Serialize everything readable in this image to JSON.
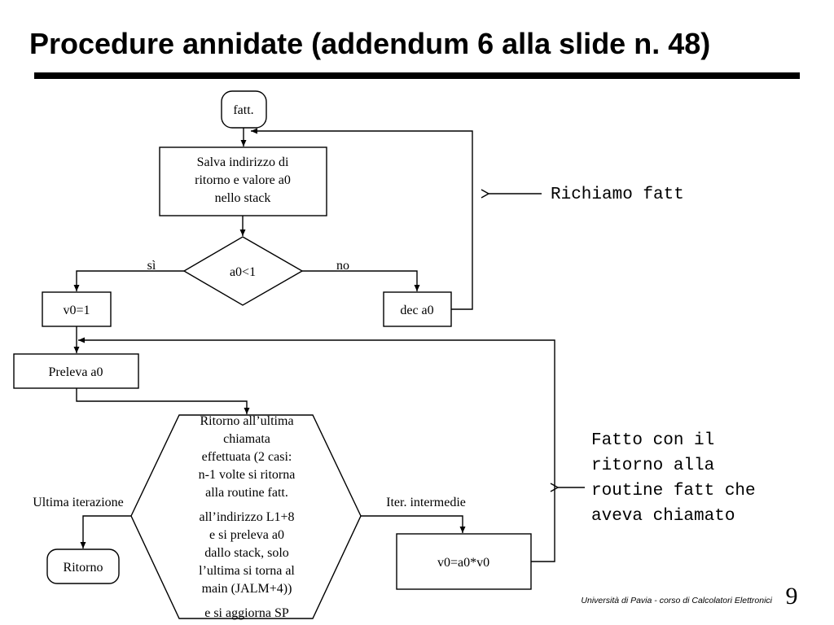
{
  "slide": {
    "title": "Procedure annidate (addendum 6 alla slide n. 48)",
    "footer": "Università di Pavia - corso di Calcolatori Elettronici",
    "page_number": "9"
  },
  "flowchart": {
    "start": "fatt.",
    "save_box": [
      "Salva indirizzo di",
      "ritorno e valore a0",
      "nello stack"
    ],
    "decision": "a0<1",
    "branch_yes": "sì",
    "branch_no": "no",
    "v0_init": "v0=1",
    "dec_box": "dec a0",
    "preleva_box": "Preleva a0",
    "return_hexagon": [
      "Ritorno all’ultima",
      "chiamata",
      "effettuata (2 casi:",
      "n-1 volte si ritorna",
      "alla routine fatt.",
      "all’indirizzo L1+8",
      "e si preleva a0",
      "dallo stack, solo",
      "l’ultima si torna al",
      "main (JALM+4))",
      "e si aggiorna SP"
    ],
    "label_last": "Ultima iterazione",
    "label_intermediate": "Iter. intermedie",
    "ritorno_box": "Ritorno",
    "mult_box": "v0=a0*v0"
  },
  "annotations": {
    "recall_fatt": "Richiamo fatt",
    "return_note": [
      "Fatto con il",
      "ritorno alla",
      "routine fatt che",
      "aveva chiamato"
    ]
  }
}
